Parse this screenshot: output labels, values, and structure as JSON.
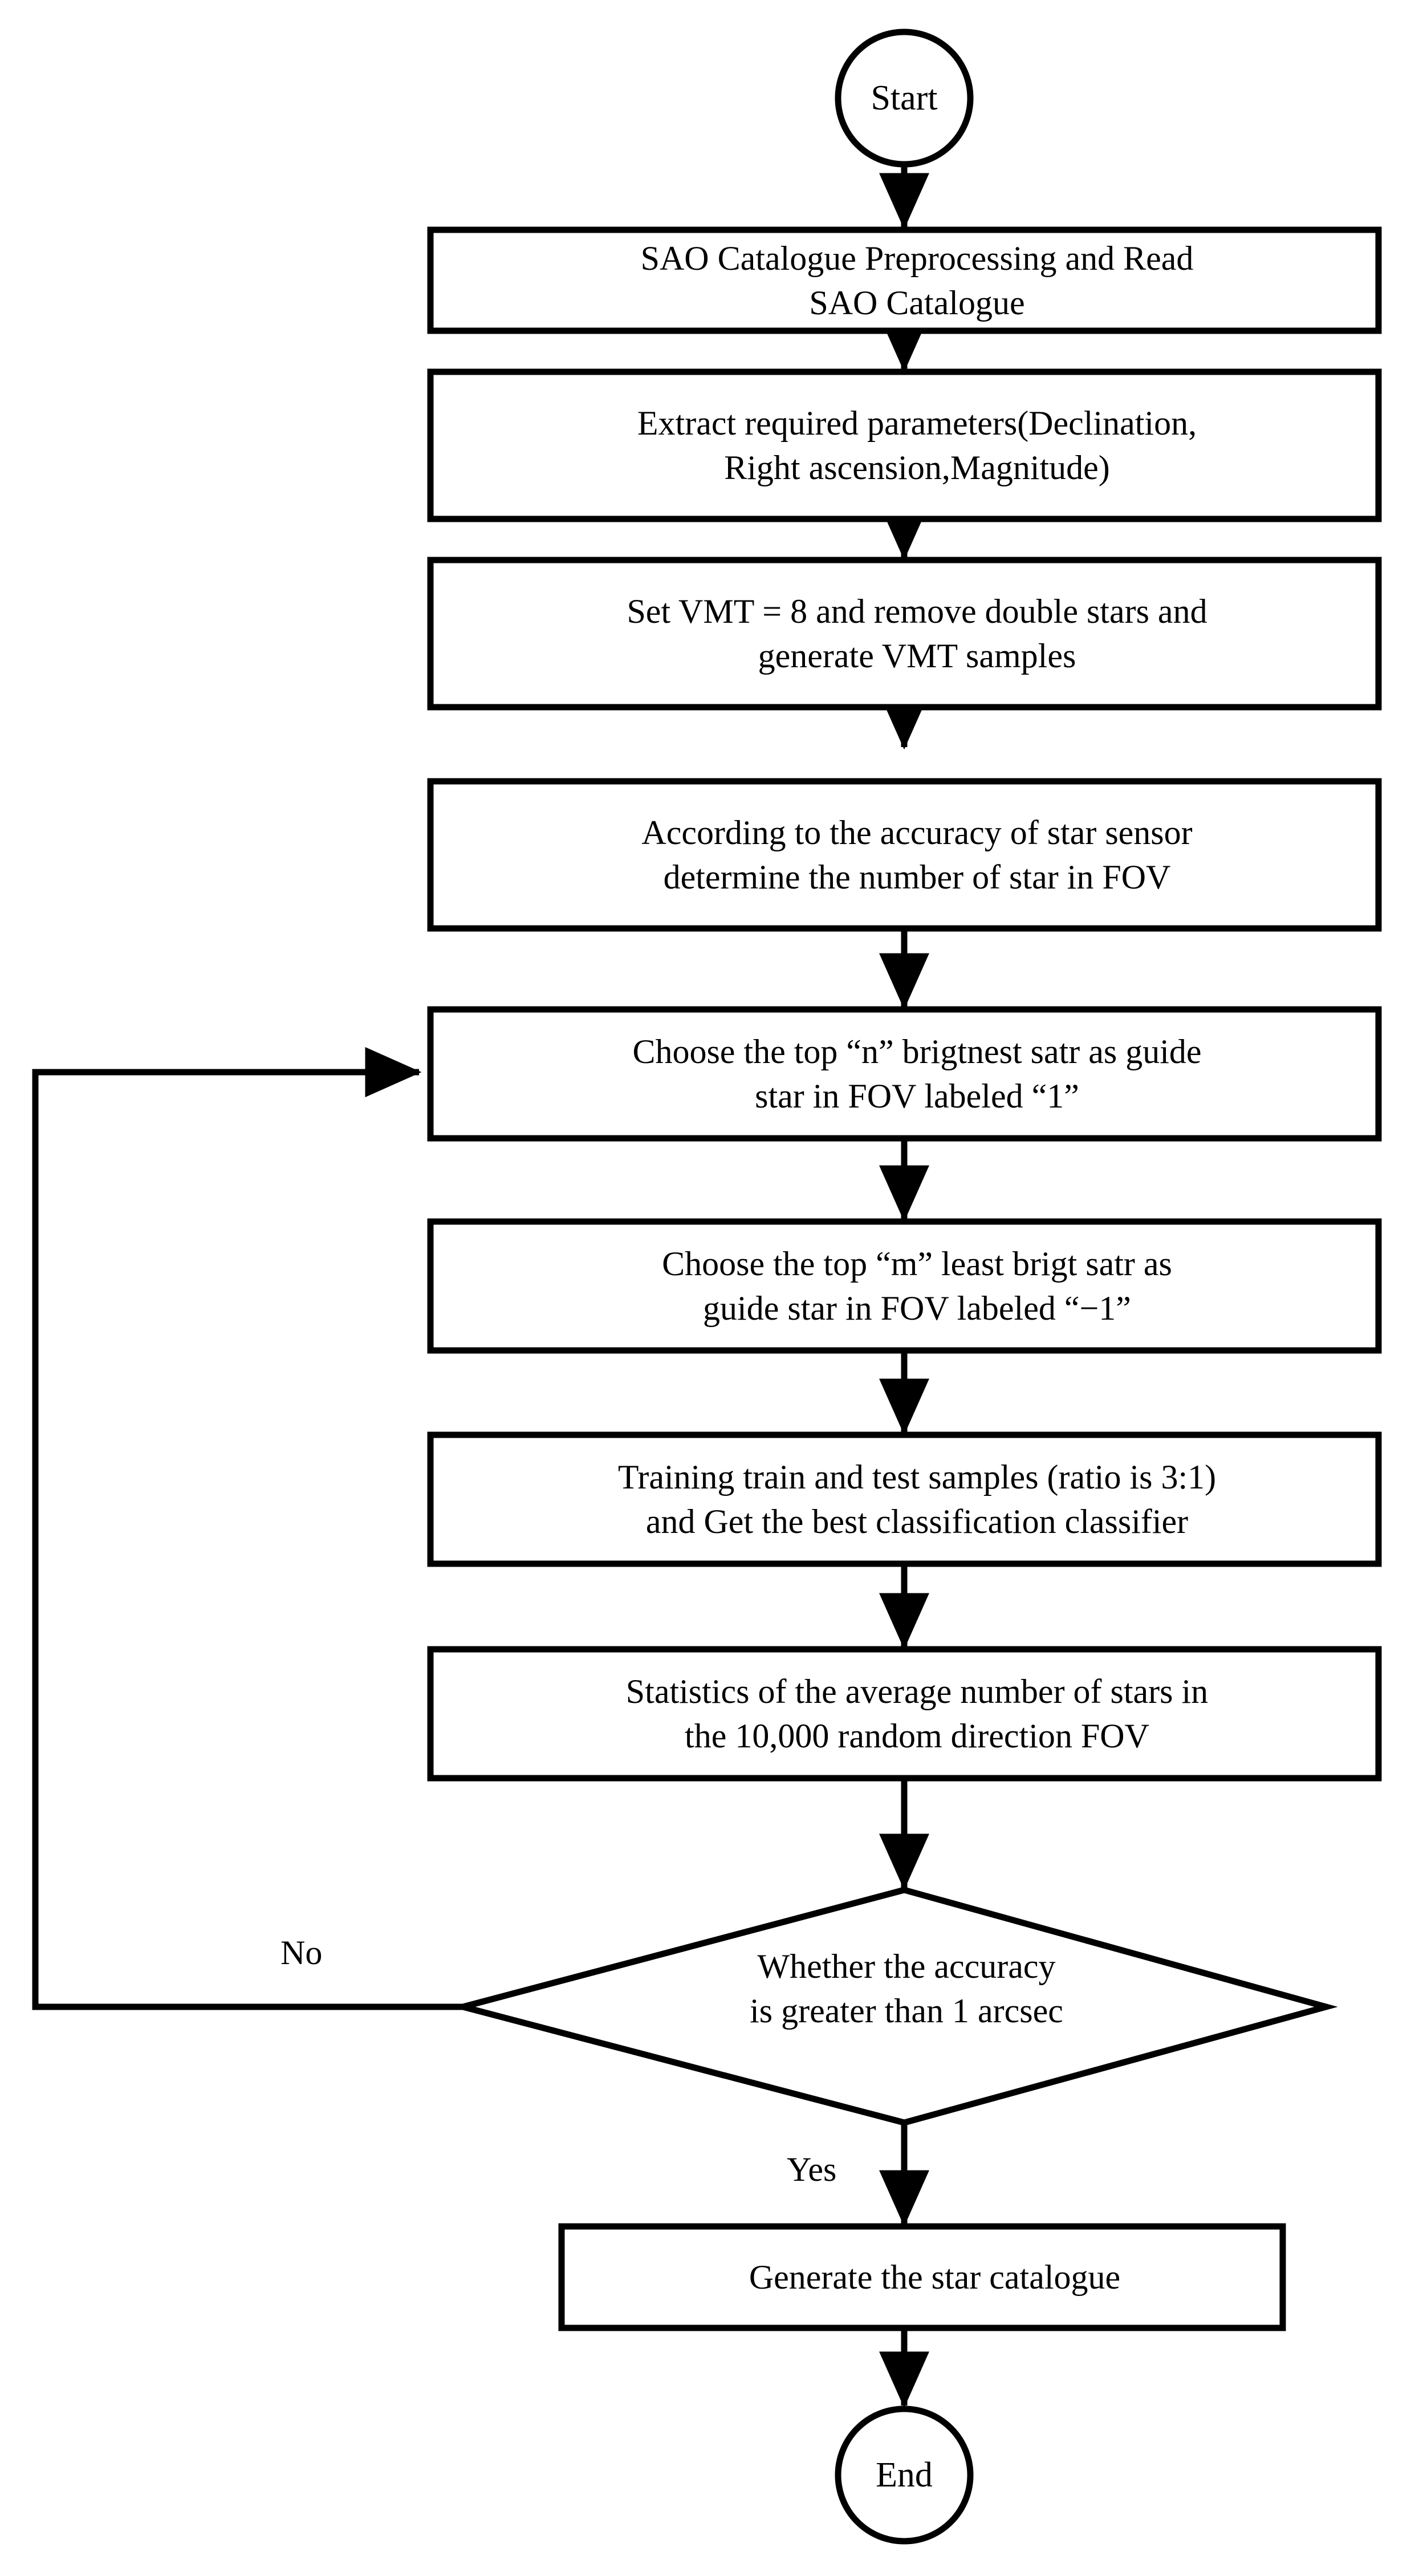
{
  "diagram": {
    "title": "Star catalogue generation flowchart",
    "type": "flowchart",
    "stroke_color": "#000000",
    "fill_color": "#ffffff",
    "text_color": "#000000"
  },
  "nodes": {
    "start": {
      "shape": "circle",
      "label": "Start"
    },
    "step1": {
      "shape": "process",
      "label": "SAO Catalogue Preprocessing and Read\nSAO Catalogue"
    },
    "step2": {
      "shape": "process",
      "label": "Extract required parameters(Declination,\nRight ascension,Magnitude)"
    },
    "step3": {
      "shape": "process",
      "label": "Set VMT = 8 and remove double stars and\ngenerate VMT samples"
    },
    "step4": {
      "shape": "process",
      "label": "According to the accuracy of star sensor\ndetermine the number of star in FOV"
    },
    "step5": {
      "shape": "process",
      "label": "Choose the top “n” brigtnest satr as guide\nstar in FOV labeled “1”"
    },
    "step6": {
      "shape": "process",
      "label": "Choose the top “m” least brigt satr as\nguide star in FOV labeled “−1”"
    },
    "step7": {
      "shape": "process",
      "label": "Training train and test samples (ratio is 3:1)\nand Get the best classification classifier"
    },
    "step8": {
      "shape": "process",
      "label": "Statistics of the average number of stars in\nthe 10,000 random direction FOV"
    },
    "decision": {
      "shape": "diamond",
      "label": "Whether the accuracy\nis greater than 1 arcsec"
    },
    "step9": {
      "shape": "process",
      "label": "Generate the star catalogue"
    },
    "end": {
      "shape": "circle",
      "label": "End"
    }
  },
  "edges": {
    "no_label": "No",
    "yes_label": "Yes"
  }
}
